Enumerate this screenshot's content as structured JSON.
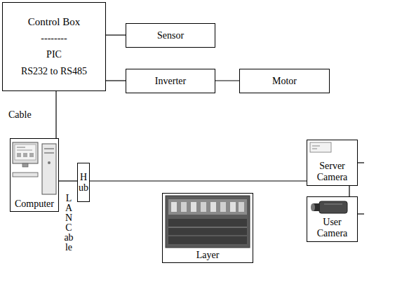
{
  "diagram": {
    "nodes": [
      {
        "text": [
          "Control Box",
          "--------",
          "PIC",
          "RS232 to RS485"
        ]
      },
      {
        "text": [
          "Sensor"
        ]
      },
      {
        "text": [
          "Inverter"
        ]
      },
      {
        "text": [
          "Motor"
        ]
      },
      {
        "text": [
          "Computer"
        ]
      },
      {
        "text": [
          "Hub"
        ]
      },
      {
        "text": [
          "Server Camera"
        ]
      },
      {
        "text": [
          "User Camera"
        ]
      },
      {
        "text": [
          "Layer"
        ]
      }
    ],
    "edges": [
      {
        "from": 0,
        "to": 1,
        "arrow": "none"
      },
      {
        "from": 0,
        "to": 2,
        "arrow": "none"
      },
      {
        "from": 2,
        "to": 3,
        "arrow": "none"
      },
      {
        "from": 0,
        "to": 4,
        "label": "Cable",
        "arrow": "none"
      },
      {
        "from": 4,
        "to": 5,
        "label": "LAN Cable",
        "arrow": "none"
      },
      {
        "from": 5,
        "to": 6,
        "arrow": "none"
      },
      {
        "from": 6,
        "to": 7,
        "arrow": "none"
      }
    ]
  }
}
